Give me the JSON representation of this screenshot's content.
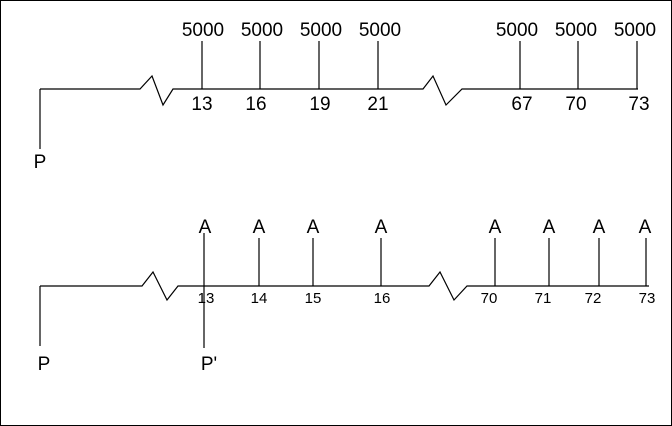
{
  "diagram1": {
    "start_label": "P",
    "amounts": [
      "5000",
      "5000",
      "5000",
      "5000",
      "5000",
      "5000",
      "5000"
    ],
    "periods": [
      "13",
      "16",
      "19",
      "21",
      "67",
      "70",
      "73"
    ]
  },
  "diagram2": {
    "start_label": "P",
    "marker_label": "P'",
    "amounts": [
      "A",
      "A",
      "A",
      "A",
      "A",
      "A",
      "A",
      "A"
    ],
    "periods": [
      "13",
      "14",
      "15",
      "16",
      "70",
      "71",
      "72",
      "73"
    ]
  }
}
